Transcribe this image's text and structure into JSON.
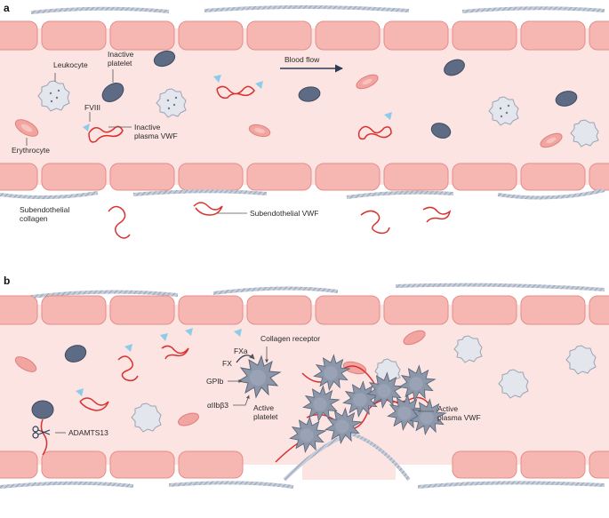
{
  "colors": {
    "vessel_lumen": "#fbe4e2",
    "endothelial_cell": "#f6b7b3",
    "endothelial_outline": "#e58d88",
    "collagen": "#a7b3c9",
    "leukocyte": "#e3e6ec",
    "inactive_platelet": "#5e6b84",
    "active_platelet": "#8d97aa",
    "erythrocyte": "#f2a4a0",
    "vwf_strand": "#d8322f",
    "fviii": "#8ccbe9",
    "arrow": "#2d3b56"
  },
  "icons": {
    "scissors": "scissors-icon",
    "flow_arrow": "blood-flow-arrow-icon"
  },
  "panel_a": {
    "letter": "a",
    "labels": {
      "leukocyte": "Leukocyte",
      "inactive_platelet_1": "Inactive",
      "inactive_platelet_2": "platelet",
      "blood_flow": "Blood flow",
      "fviii": "FVIII",
      "inactive_vwf_1": "Inactive",
      "inactive_vwf_2": "plasma VWF",
      "erythrocyte": "Erythrocyte",
      "subendothelial_collagen_1": "Subendothelial",
      "subendothelial_collagen_2": "collagen",
      "subendothelial_vwf": "Subendothelial VWF"
    }
  },
  "panel_b": {
    "letter": "b",
    "labels": {
      "fxa": "FXa",
      "fx": "FX",
      "collagen_receptor": "Collagen receptor",
      "gpib": "GPIb",
      "aiib_b3": "αIIbβ3",
      "active_platelet_1": "Active",
      "active_platelet_2": "platelet",
      "adamts13": "ADAMTS13",
      "active_vwf_1": "Active",
      "active_vwf_2": "plasma VWF"
    }
  }
}
